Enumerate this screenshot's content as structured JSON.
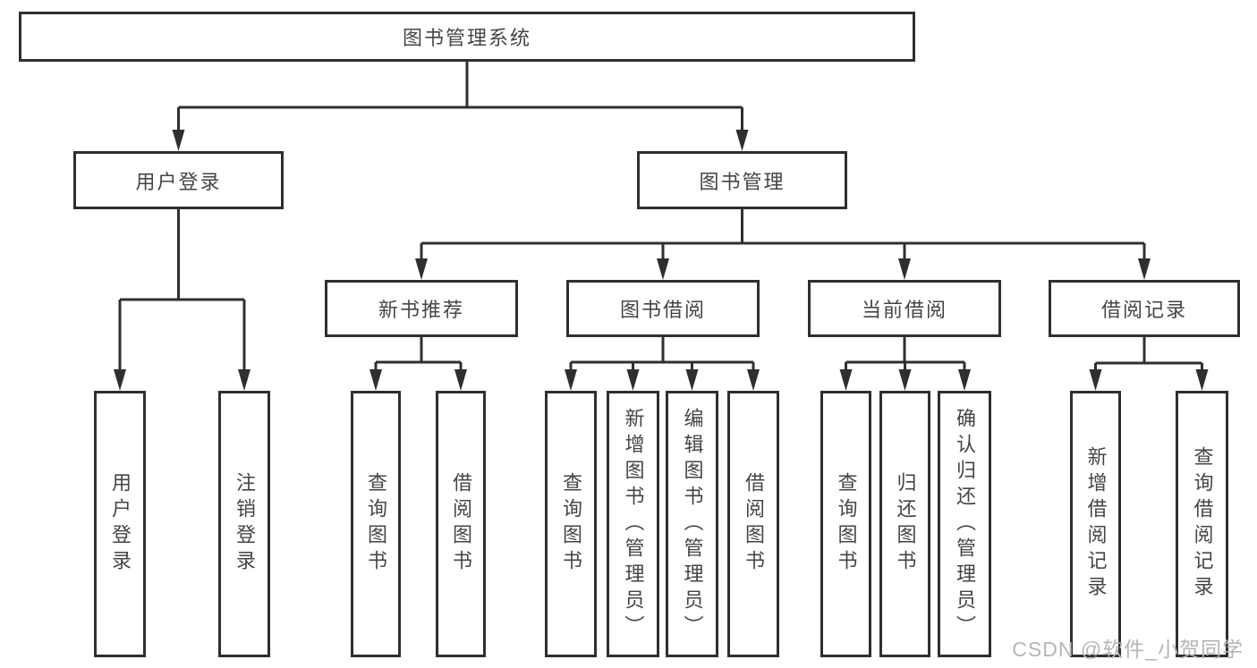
{
  "colors": {
    "line": "#2f2f2f",
    "text": "#454545",
    "background": "#ffffff",
    "watermark": "#b5b5b5"
  },
  "watermark": {
    "text": "CSDN @软件_小贺同学"
  },
  "tree": {
    "label": "图书管理系统",
    "children": [
      {
        "label": "用户登录",
        "children": [
          {
            "label": "用户登录"
          },
          {
            "label": "注销登录"
          }
        ]
      },
      {
        "label": "图书管理",
        "children": [
          {
            "label": "新书推荐",
            "children": [
              {
                "label": "查询图书"
              },
              {
                "label": "借阅图书"
              }
            ]
          },
          {
            "label": "图书借阅",
            "children": [
              {
                "label": "查询图书"
              },
              {
                "label": "新增图书（管理员）"
              },
              {
                "label": "编辑图书（管理员）"
              },
              {
                "label": "借阅图书"
              }
            ]
          },
          {
            "label": "当前借阅",
            "children": [
              {
                "label": "查询图书"
              },
              {
                "label": "归还图书"
              },
              {
                "label": "确认归还（管理员）"
              }
            ]
          },
          {
            "label": "借阅记录",
            "children": [
              {
                "label": "新增借阅记录"
              },
              {
                "label": "查询借阅记录"
              }
            ]
          }
        ]
      }
    ]
  }
}
